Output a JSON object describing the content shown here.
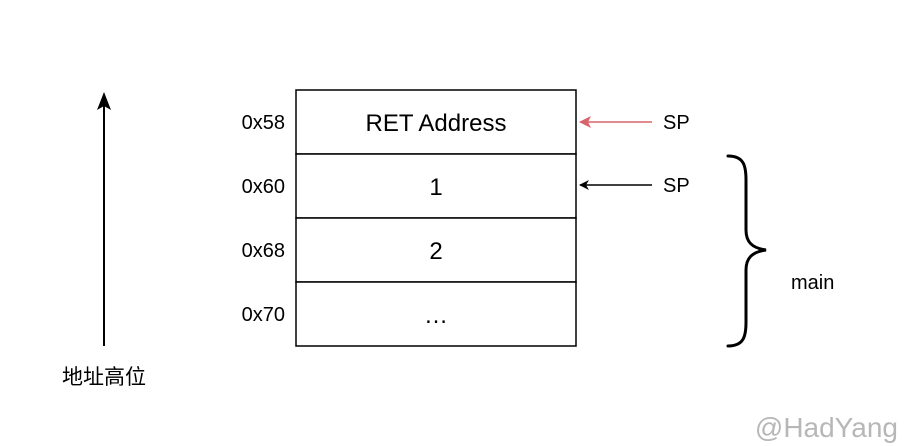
{
  "stack": {
    "rows": [
      {
        "address": "0x58",
        "value": "RET Address"
      },
      {
        "address": "0x60",
        "value": "1"
      },
      {
        "address": "0x68",
        "value": "2"
      },
      {
        "address": "0x70",
        "value": "…"
      }
    ]
  },
  "pointers": [
    {
      "label": "SP",
      "color": "#d9636b"
    },
    {
      "label": "SP",
      "color": "#000000"
    }
  ],
  "axis": {
    "label": "地址高位"
  },
  "frame": {
    "label": "main"
  },
  "watermark": "@HadYang"
}
